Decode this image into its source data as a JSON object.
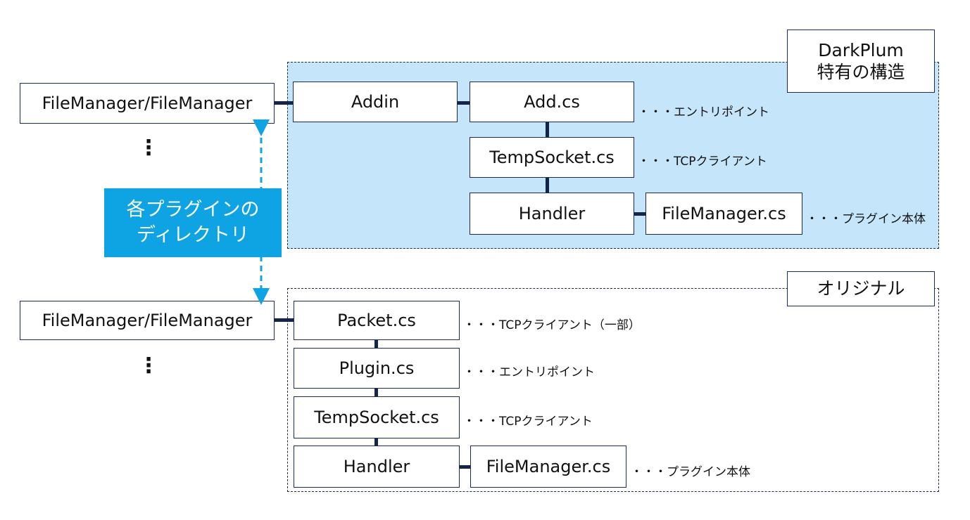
{
  "left": {
    "top_box": "FileManager/FileManager",
    "bottom_box": "FileManager/FileManager",
    "ellipsis": "⋮"
  },
  "callout": {
    "line1": "各プラグインの",
    "line2": "ディレクトリ"
  },
  "darkplum": {
    "tag_line1": "DarkPlum",
    "tag_line2": "特有の構造",
    "addin": "Addin",
    "add_cs": "Add.cs",
    "add_cs_note": "・・・エントリポイント",
    "tempsocket": "TempSocket.cs",
    "tempsocket_note": "・・・TCPクライアント",
    "handler": "Handler",
    "filemanager": "FileManager.cs",
    "filemanager_note": "・・・プラグイン本体"
  },
  "original": {
    "tag": "オリジナル",
    "packet": "Packet.cs",
    "packet_note": "・・・TCPクライアント（一部）",
    "plugin": "Plugin.cs",
    "plugin_note": "・・・エントリポイント",
    "tempsocket": "TempSocket.cs",
    "tempsocket_note": "・・・TCPクライアント",
    "handler": "Handler",
    "filemanager": "FileManager.cs",
    "filemanager_note": "・・・プラグイン本体"
  },
  "colors": {
    "blue_region": "#c5e6fa",
    "callout": "#0ea3e2",
    "connector": "#16244a",
    "dashed_arrow": "#0ea3e2"
  }
}
